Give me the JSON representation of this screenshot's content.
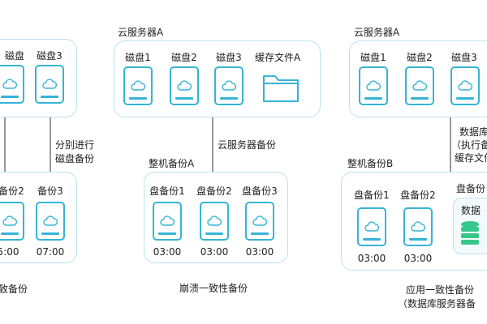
{
  "left": {
    "disks": [
      "磁盘",
      "磁盘3"
    ],
    "arrow_label_line1": "分别进行",
    "arrow_label_line2": "磁盘备份",
    "backups": [
      "备份2",
      "备份3"
    ],
    "times": [
      "5:00",
      "07:00"
    ],
    "caption": "致备份"
  },
  "middle": {
    "server_title": "云服务器A",
    "disks": [
      "磁盘1",
      "磁盘2",
      "磁盘3"
    ],
    "cache_label": "缓存文件A",
    "arrow_label": "云服务器备份",
    "backup_title": "整机备份A",
    "backups": [
      "盘备份1",
      "盘备份2",
      "盘备份3"
    ],
    "times": [
      "03:00",
      "03:00",
      "03:00"
    ],
    "caption": "崩溃一致性备份"
  },
  "right": {
    "server_title": "云服务器A",
    "disks": [
      "磁盘1",
      "磁盘2",
      "磁盘3"
    ],
    "note_line1": "数据库",
    "note_line2": "（执行备",
    "note_line3": "缓存文件",
    "backup_title": "整机备份B",
    "backups": [
      "盘备份1",
      "盘备份2",
      "盘备份"
    ],
    "db_label": "数据",
    "times": [
      "03:00",
      "03:00"
    ],
    "caption_line1": "应用一致性备份",
    "caption_line2": "（数据库服务器备"
  },
  "colors": {
    "accent": "#36b4d6",
    "border": "#b9e2ee",
    "db": "#36c88a"
  },
  "icons": [
    "cloud-disk-icon",
    "folder-icon",
    "database-icon"
  ]
}
